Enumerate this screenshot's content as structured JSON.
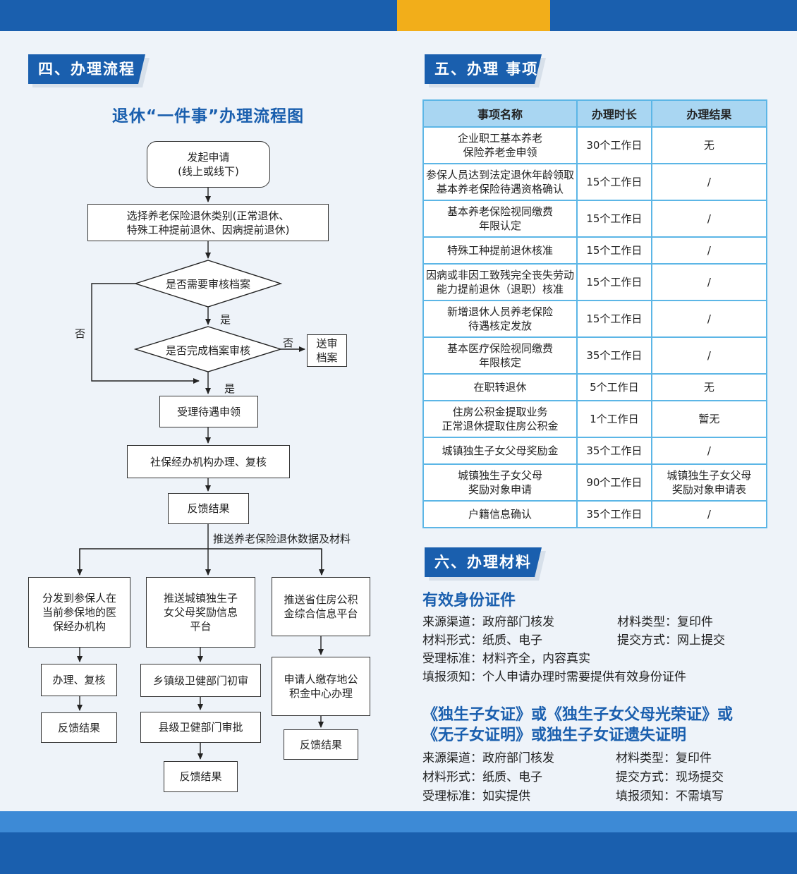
{
  "sections": {
    "process_title": "四、办理流程",
    "items_title": "五、办理 事项",
    "materials_title": "六、办理材料"
  },
  "flow": {
    "title": "退休“一件事”办理流程图",
    "start": [
      "发起申请",
      "(线上或线下)"
    ],
    "select": [
      "选择养老保险退休类别(正常退休、",
      "特殊工种提前退休、因病提前退休)"
    ],
    "decision1": "是否需要审核档案",
    "decision2": "是否完成档案审核",
    "send_archive": [
      "送审",
      "档案"
    ],
    "yes1": "是",
    "yes2": "是",
    "no_left": "否",
    "no_right": "否",
    "accept": "受理待遇申领",
    "social_review": "社保经办机构办理、复核",
    "feedback": "反馈结果",
    "push_label": "推送养老保险退休数据及材料",
    "branch1": [
      "分发到参保人在",
      "当前参保地的医",
      "保经办机构"
    ],
    "branch2": [
      "推送城镇独生子",
      "女父母奖励信息",
      "平台"
    ],
    "branch3": [
      "推送省住房公积",
      "金综合信息平台"
    ],
    "b1_step": "办理、复核",
    "b2_step1": "乡镇级卫健部门初审",
    "b2_step2": "县级卫健部门审批",
    "b3_step": [
      "申请人缴存地公",
      "积金中心办理"
    ]
  },
  "items_table": {
    "headers": [
      "事项名称",
      "办理时长",
      "办理结果"
    ],
    "rows": [
      {
        "name": [
          "企业职工基本养老",
          "保险养老金申领"
        ],
        "time": "30个工作日",
        "result": [
          "无"
        ]
      },
      {
        "name": [
          "参保人员达到法定退休年龄领取",
          "基本养老保险待遇资格确认"
        ],
        "time": "15个工作日",
        "result": [
          "/"
        ]
      },
      {
        "name": [
          "基本养老保险视同缴费",
          "年限认定"
        ],
        "time": "15个工作日",
        "result": [
          "/"
        ]
      },
      {
        "name": [
          "特殊工种提前退休核准"
        ],
        "time": "15个工作日",
        "result": [
          "/"
        ]
      },
      {
        "name": [
          "因病或非因工致残完全丧失劳动",
          "能力提前退休（退职）核准"
        ],
        "time": "15个工作日",
        "result": [
          "/"
        ]
      },
      {
        "name": [
          "新增退休人员养老保险",
          "待遇核定发放"
        ],
        "time": "15个工作日",
        "result": [
          "/"
        ]
      },
      {
        "name": [
          "基本医疗保险视同缴费",
          "年限核定"
        ],
        "time": "35个工作日",
        "result": [
          "/"
        ]
      },
      {
        "name": [
          "在职转退休"
        ],
        "time": "5个工作日",
        "result": [
          "无"
        ]
      },
      {
        "name": [
          "住房公积金提取业务",
          "正常退休提取住房公积金"
        ],
        "time": "1个工作日",
        "result": [
          "暂无"
        ]
      },
      {
        "name": [
          "城镇独生子女父母奖励金"
        ],
        "time": "35个工作日",
        "result": [
          "/"
        ]
      },
      {
        "name": [
          "城镇独生子女父母",
          "奖励对象申请"
        ],
        "time": "90个工作日",
        "result": [
          "城镇独生子女父母",
          "奖励对象申请表"
        ]
      },
      {
        "name": [
          "户籍信息确认"
        ],
        "time": "35个工作日",
        "result": [
          "/"
        ]
      }
    ]
  },
  "materials": {
    "m1_title": "有效身份证件",
    "m1": {
      "source": "来源渠道：政府部门核发",
      "type": "材料类型：复印件",
      "form": "材料形式：纸质、电子",
      "submit": "提交方式：网上提交",
      "standard": "受理标准：材料齐全，内容真实",
      "notice": "填报须知：个人申请办理时需要提供有效身份证件"
    },
    "m2_title_1": "《独生子女证》或《独生子女父母光荣证》或",
    "m2_title_2": "《无子女证明》或独生子女证遗失证明",
    "m2": {
      "source": "来源渠道：政府部门核发",
      "type": "材料类型：复印件",
      "form": "材料形式：纸质、电子",
      "submit": "提交方式：现场提交",
      "standard": "受理标准：如实提供",
      "notice": "填报须知：不需填写"
    }
  },
  "colors": {
    "brand_blue": "#1a5fae",
    "accent_gold": "#f2ae1a",
    "table_border": "#5cb6e6",
    "table_header": "#a9d6f2"
  }
}
